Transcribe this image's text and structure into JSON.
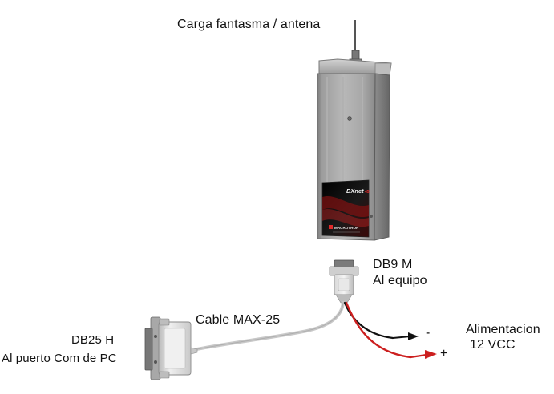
{
  "labels": {
    "top": "Carga fantasma / antena",
    "db9_title": "DB9 M",
    "db9_subtitle": "Al equipo",
    "cable": "Cable MAX-25",
    "db25_title": "DB25 H",
    "db25_subtitle": "Al puerto Com de PC",
    "power_title": "Alimentacion",
    "power_subtitle": "12 VCC",
    "minus": "-",
    "plus": "+"
  },
  "device": {
    "brand_text": "DXnet",
    "logo_text": "MACROTRON"
  },
  "colors": {
    "cable_gray": "#c8c8c8",
    "wire_black": "#111111",
    "wire_red": "#cc1f1f",
    "device_metal": "#a8a8a8",
    "text": "#111111"
  }
}
